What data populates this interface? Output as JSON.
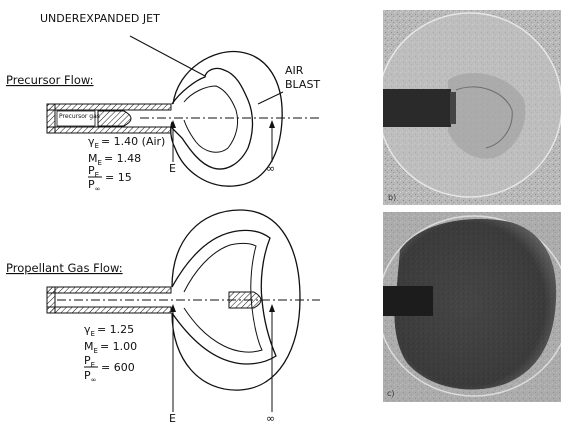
{
  "figure": {
    "upper": {
      "title": "Precursor Flow:",
      "jet_label": "UNDEREXPANDED JET",
      "blast_label_line1": "AIR",
      "blast_label_line2": "BLAST",
      "gamma_label": "γ",
      "gamma_sub": "E",
      "gamma_value": "= 1.40 (Air)",
      "mach_label": "M",
      "mach_sub": "E",
      "mach_value": "= 1.48",
      "pe": "P",
      "pe_sub": "E",
      "pinf": "P",
      "pinf_sub": "∞",
      "ratio_value": "= 15",
      "marker_e": "E",
      "marker_inf": "∞",
      "chamber_text": "Precursor gas"
    },
    "lower": {
      "title": "Propellant Gas Flow:",
      "gamma_label": "γ",
      "gamma_sub": "E",
      "gamma_value": "= 1.25",
      "mach_label": "M",
      "mach_sub": "E",
      "mach_value": "= 1.00",
      "pe": "P",
      "pe_sub": "E",
      "pinf": "P",
      "pinf_sub": "∞",
      "ratio_value": "= 600",
      "marker_e": "E",
      "marker_inf": "∞"
    }
  },
  "photos": {
    "top_caption": "b)",
    "bottom_caption": "c)"
  }
}
